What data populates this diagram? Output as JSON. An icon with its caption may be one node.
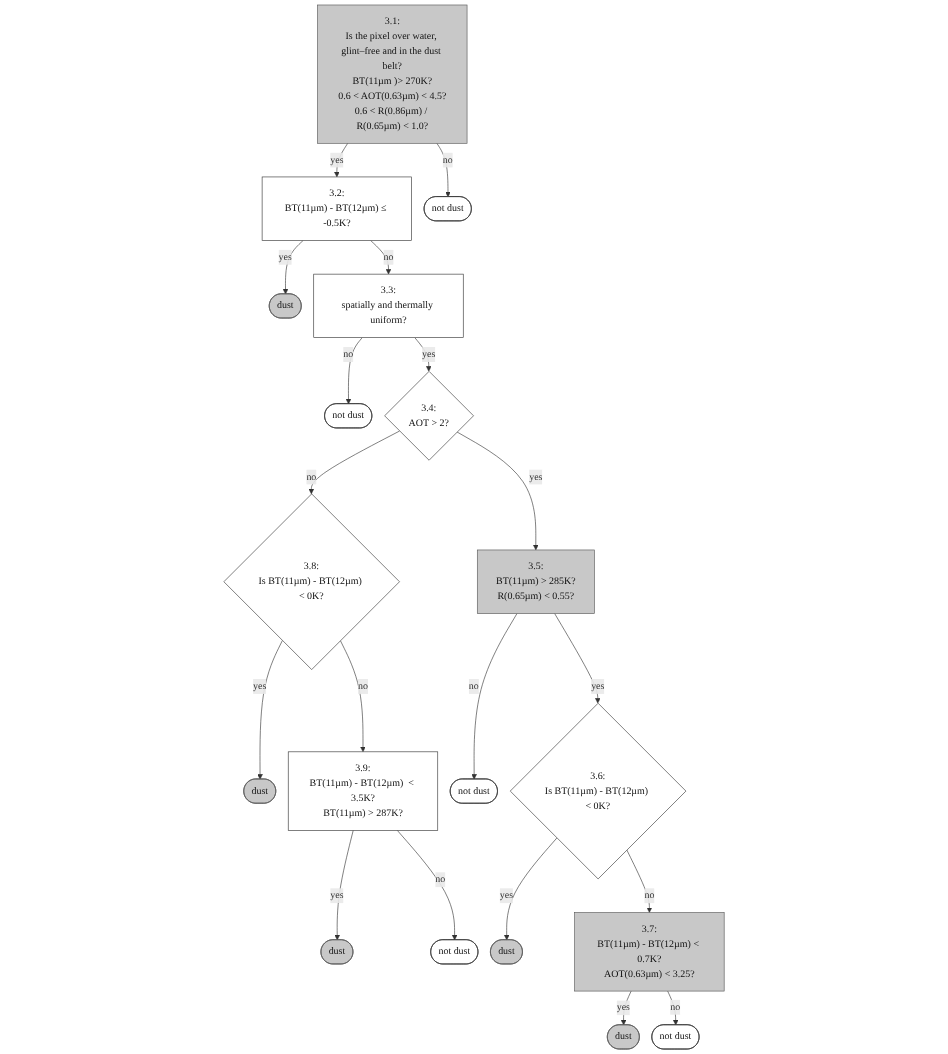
{
  "diagram": {
    "nodes": [
      {
        "text": [
          "3.1:",
          "Is the pixel over water, glint–free and in the dust belt?",
          "BT(11µm )> 270K?",
          "0.6 < AOT(0.63µm) < 4.5?",
          "0.6 < R(0.86µm) / R(0.65µm) < 1.0?"
        ]
      },
      {
        "text": [
          "3.2:",
          "BT(11µm) - BT(12µm) ≤ -0.5K?"
        ]
      },
      {
        "text": [
          "dust"
        ]
      },
      {
        "text": [
          "not dust"
        ]
      },
      {
        "text": [
          "3.3:",
          "spatially and thermally uniform?"
        ]
      },
      {
        "text": [
          "not dust"
        ]
      },
      {
        "text": [
          "3.4:",
          "AOT > 2?"
        ]
      },
      {
        "text": [
          "3.8:",
          "Is BT(11µm) - BT(12µm) < 0K?"
        ]
      },
      {
        "text": [
          "dust"
        ]
      },
      {
        "text": [
          "3.5:",
          "BT(11µm) > 285K?",
          "R(0.65µm) < 0.55?"
        ]
      },
      {
        "text": [
          "not dust"
        ]
      },
      {
        "text": [
          "3.6:",
          "Is BT(11µm) - BT(12µm) < 0K?"
        ]
      },
      {
        "text": [
          "dust"
        ]
      },
      {
        "text": [
          "3.9:",
          "BT(11µm) - BT(12µm)  < 3.5K?",
          "BT(11µm) > 287K?"
        ]
      },
      {
        "text": [
          "dust"
        ]
      },
      {
        "text": [
          "not dust"
        ]
      },
      {
        "text": [
          "3.7:",
          "BT(11µm) - BT(12µm) < 0.7K?",
          "AOT(0.63µm) < 3.25?"
        ]
      },
      {
        "text": [
          "dust"
        ]
      },
      {
        "text": [
          "not dust"
        ]
      }
    ],
    "edges": [
      {
        "from": 0,
        "to": 1,
        "arrow": "to",
        "label": "yes"
      },
      {
        "from": 0,
        "to": 3,
        "arrow": "to",
        "label": "no"
      },
      {
        "from": 1,
        "to": 2,
        "arrow": "to",
        "label": "yes"
      },
      {
        "from": 1,
        "to": 4,
        "arrow": "to",
        "label": "no"
      },
      {
        "from": 4,
        "to": 5,
        "arrow": "to",
        "label": "no"
      },
      {
        "from": 4,
        "to": 6,
        "arrow": "to",
        "label": "yes"
      },
      {
        "from": 6,
        "to": 7,
        "arrow": "to",
        "label": "no"
      },
      {
        "from": 6,
        "to": 9,
        "arrow": "to",
        "label": "yes"
      },
      {
        "from": 7,
        "to": 8,
        "arrow": "to",
        "label": "yes"
      },
      {
        "from": 7,
        "to": 13,
        "arrow": "to",
        "label": "no"
      },
      {
        "from": 9,
        "to": 10,
        "arrow": "to",
        "label": "no"
      },
      {
        "from": 9,
        "to": 11,
        "arrow": "to",
        "label": "yes"
      },
      {
        "from": 11,
        "to": 12,
        "arrow": "to",
        "label": "yes"
      },
      {
        "from": 11,
        "to": 16,
        "arrow": "to",
        "label": "no"
      },
      {
        "from": 13,
        "to": 14,
        "arrow": "to",
        "label": "yes"
      },
      {
        "from": 13,
        "to": 15,
        "arrow": "to",
        "label": "no"
      },
      {
        "from": 16,
        "to": 17,
        "arrow": "to",
        "label": "yes"
      },
      {
        "from": 16,
        "to": 18,
        "arrow": "to",
        "label": "no"
      }
    ]
  }
}
